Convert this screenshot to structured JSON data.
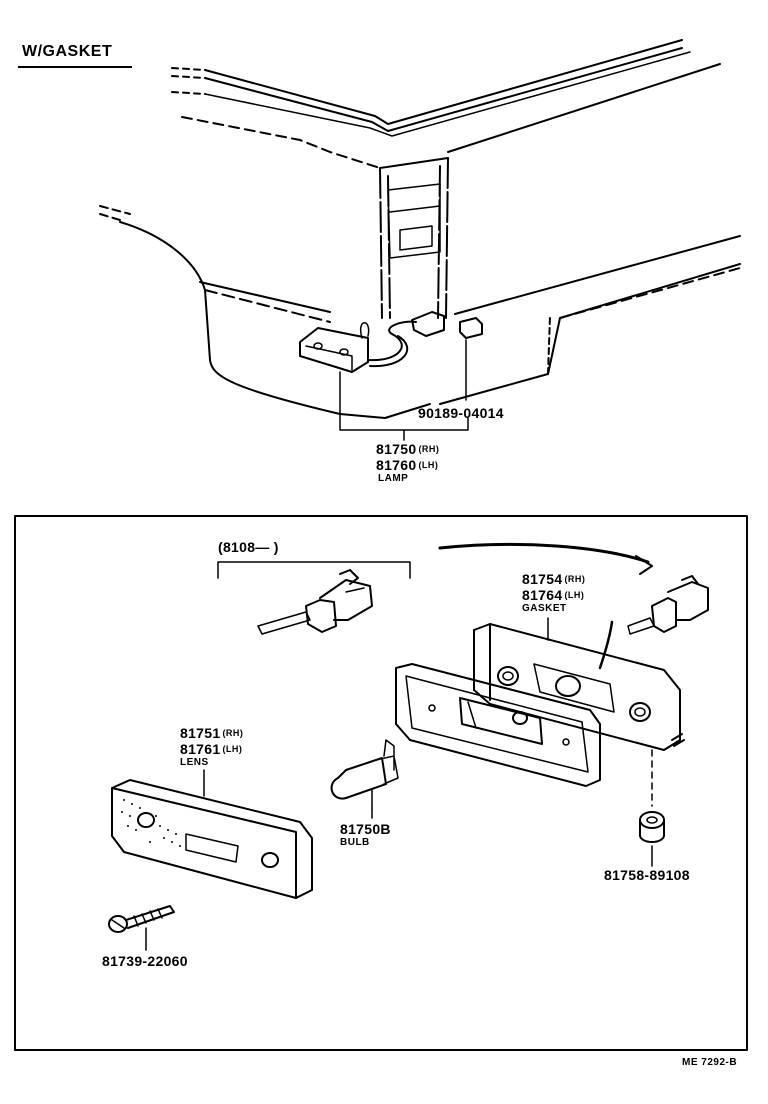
{
  "header": {
    "title": "W/GASKET"
  },
  "labels": {
    "connector_part": "90189-04014",
    "lamp_rh": "81750",
    "lamp_lh": "81760",
    "lamp_name": "LAMP",
    "rh": "(RH)",
    "lh": "(LH)",
    "socket_ref": "(8108—      )",
    "gasket_rh": "81754",
    "gasket_lh": "81764",
    "gasket_name": "GASKET",
    "lens_rh": "81751",
    "lens_lh": "81761",
    "lens_name": "LENS",
    "bulb_part": "81750B",
    "bulb_name": "BULB",
    "grommet_part": "81758-89108",
    "screw_part": "81739-22060",
    "drawing_code": "ME 7292-B"
  }
}
